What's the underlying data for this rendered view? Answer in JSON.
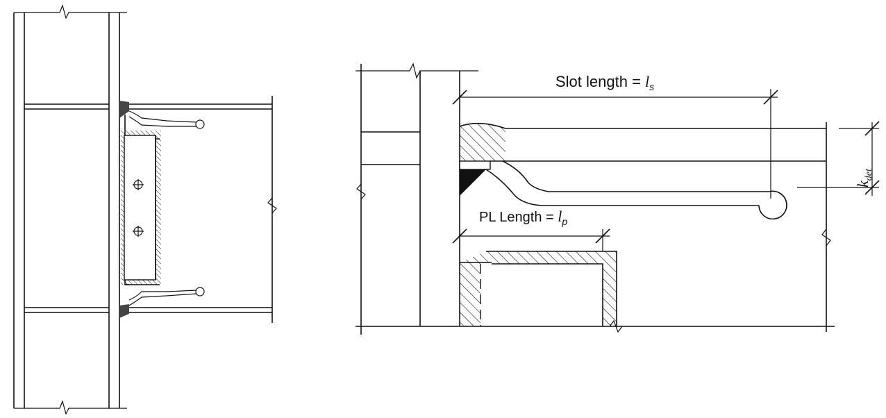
{
  "labels": {
    "slot_length_prefix": "Slot length = ",
    "slot_length_symbol": "l",
    "slot_length_sub": "s",
    "plate_symbol": "PL",
    "plate_length_prefix": " Length = ",
    "plate_length_symbol": "l",
    "plate_length_sub": "p",
    "k_det_symbol": "k",
    "k_det_sub": "det"
  }
}
